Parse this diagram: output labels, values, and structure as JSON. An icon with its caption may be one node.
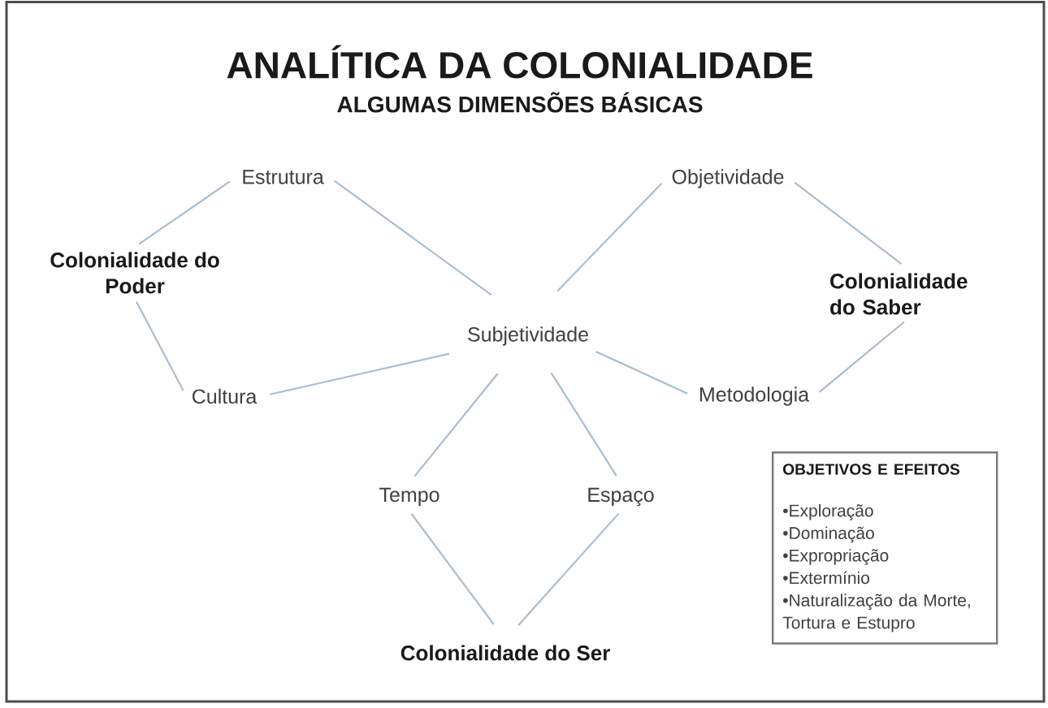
{
  "diagram": {
    "title": "ANALÍTICA DA COLONIALIDADE",
    "nodes": [
      {
        "text": [
          "Estrutura"
        ]
      },
      {
        "text": [
          "Objetividade"
        ]
      },
      {
        "text": [
          "Colonialidade do Poder"
        ]
      },
      {
        "text": [
          "Colonialidade do Saber"
        ]
      },
      {
        "text": [
          "Subjetividade"
        ]
      },
      {
        "text": [
          "Cultura"
        ]
      },
      {
        "text": [
          "Metodologia"
        ]
      },
      {
        "text": [
          "Tempo"
        ]
      },
      {
        "text": [
          "Espaço"
        ]
      },
      {
        "text": [
          "Colonialidade do Ser"
        ]
      },
      {
        "text": [
          "OBJETIVOS E EFEITOS",
          "•Exploração",
          "•Dominação",
          "•Expropriação",
          "•Extermínio",
          "•Naturalização da Morte, Tortura e Estupro"
        ]
      }
    ],
    "edges": [
      {
        "from": 2,
        "to": 0,
        "arrow": "none"
      },
      {
        "from": 0,
        "to": 4,
        "arrow": "none"
      },
      {
        "from": 2,
        "to": 5,
        "arrow": "none"
      },
      {
        "from": 5,
        "to": 4,
        "arrow": "none"
      },
      {
        "from": 1,
        "to": 4,
        "arrow": "none"
      },
      {
        "from": 1,
        "to": 3,
        "arrow": "none"
      },
      {
        "from": 3,
        "to": 6,
        "arrow": "none"
      },
      {
        "from": 4,
        "to": 6,
        "arrow": "none"
      },
      {
        "from": 4,
        "to": 7,
        "arrow": "none"
      },
      {
        "from": 4,
        "to": 8,
        "arrow": "none"
      },
      {
        "from": 7,
        "to": 9,
        "arrow": "none"
      },
      {
        "from": 8,
        "to": 9,
        "arrow": "none"
      }
    ],
    "labels": [
      "ALGUMAS DIMENSÕES BÁSICAS"
    ]
  }
}
